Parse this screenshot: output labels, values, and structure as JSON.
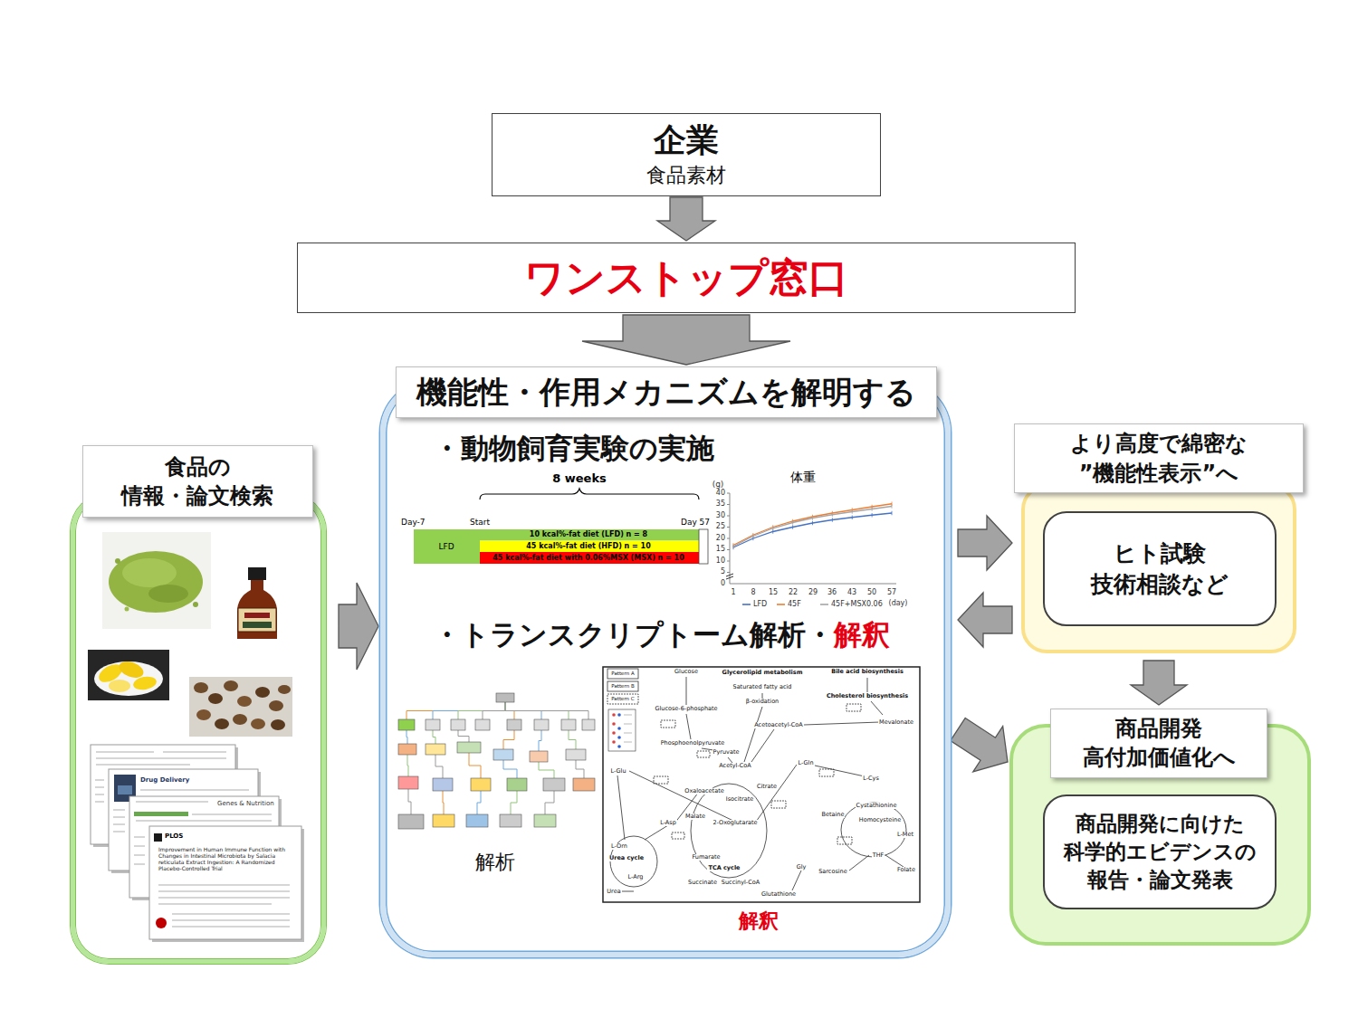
{
  "diagram": {
    "nodes": [
      {
        "text": [
          "企業",
          "食品素材"
        ]
      },
      {
        "text": [
          "ワンストップ窓口"
        ]
      },
      {
        "text": [
          "機能性・作用メカニズムを解明する",
          "・動物飼育実験の実施",
          "・トランスクリプトーム解析・",
          "解釈",
          "解析",
          "解釈"
        ]
      },
      {
        "text": [
          "食品の 情報・論文検索"
        ]
      },
      {
        "text": [
          "より高度で綿密な ”機能性表示”へ"
        ]
      },
      {
        "text": [
          "ヒト試験 技術相談など"
        ],
        "in": 4
      },
      {
        "text": [
          "商品開発 高付加価値化へ"
        ]
      },
      {
        "text": [
          "商品開発に向けた 科学的エビデンスの 報告・論文発表"
        ],
        "in": 6
      }
    ],
    "edges": [
      {
        "from": 0,
        "to": 1,
        "arrow": "to"
      },
      {
        "from": 1,
        "to": 2,
        "arrow": "to"
      },
      {
        "from": 3,
        "to": 2,
        "arrow": "to"
      },
      {
        "from": 2,
        "to": 4,
        "arrow": "to"
      },
      {
        "from": 4,
        "to": 2,
        "arrow": "to"
      },
      {
        "from": 4,
        "to": 6,
        "arrow": "to"
      },
      {
        "from": 2,
        "to": 6,
        "arrow": "to"
      }
    ],
    "labels": [
      "8 weeks",
      "Day-7",
      "Start",
      "Day 57",
      "LFD",
      "10 kcal%-fat diet (LFD) n = 8",
      "45 kcal%-fat diet (HFD) n = 10",
      "45 kcal%-fat diet with 0.06%MSX (MSX) n = 10",
      "体重",
      "(g)",
      "40",
      "35",
      "30",
      "25",
      "20",
      "15",
      "10",
      "5",
      "0",
      "1",
      "8",
      "15",
      "22",
      "29",
      "36",
      "43",
      "50",
      "57",
      "(day)",
      "Pattern A",
      "Pattern B",
      "Pattern C",
      "Glucose",
      "Glycerolipid metabolism",
      "Bile acid biosynthesis",
      "Saturated fatty acid",
      "Glucose-6-phosphate",
      "β-oxidation",
      "Cholesterol biosynthesis",
      "Acetoacetyl-CoA",
      "Mevalonate",
      "Phosphoenolpyruvate",
      "Pyruvate",
      "Acetyl-CoA",
      "L-Gln",
      "L-Cys",
      "L-Glu",
      "Oxaloacetate",
      "Citrate",
      "Isocitrate",
      "Cystathionine",
      "Malate",
      "2-Oxoglutarate",
      "L-Asp",
      "Betaine",
      "Homocysteine",
      "L-Met",
      "L-Orn",
      "Urea cycle",
      "Fumarate",
      "TCA cycle",
      "Gly",
      "Sarcosine",
      "THF",
      "Folate",
      "L-Arg",
      "Succinate",
      "Succinyl-CoA",
      "Urea",
      "Glutathione",
      "Drug Delivery",
      "Genes & Nutrition",
      "PLOS",
      "Improvement in Human Immune Function with Changes in Intestinal Microbiota by Salacia reticulata Extract Ingestion: A Randomized Placebo-Controlled Trial"
    ],
    "legend": [
      {
        "text": "LFD"
      },
      {
        "text": "45F"
      },
      {
        "text": "45F+MSX0.06"
      }
    ]
  }
}
